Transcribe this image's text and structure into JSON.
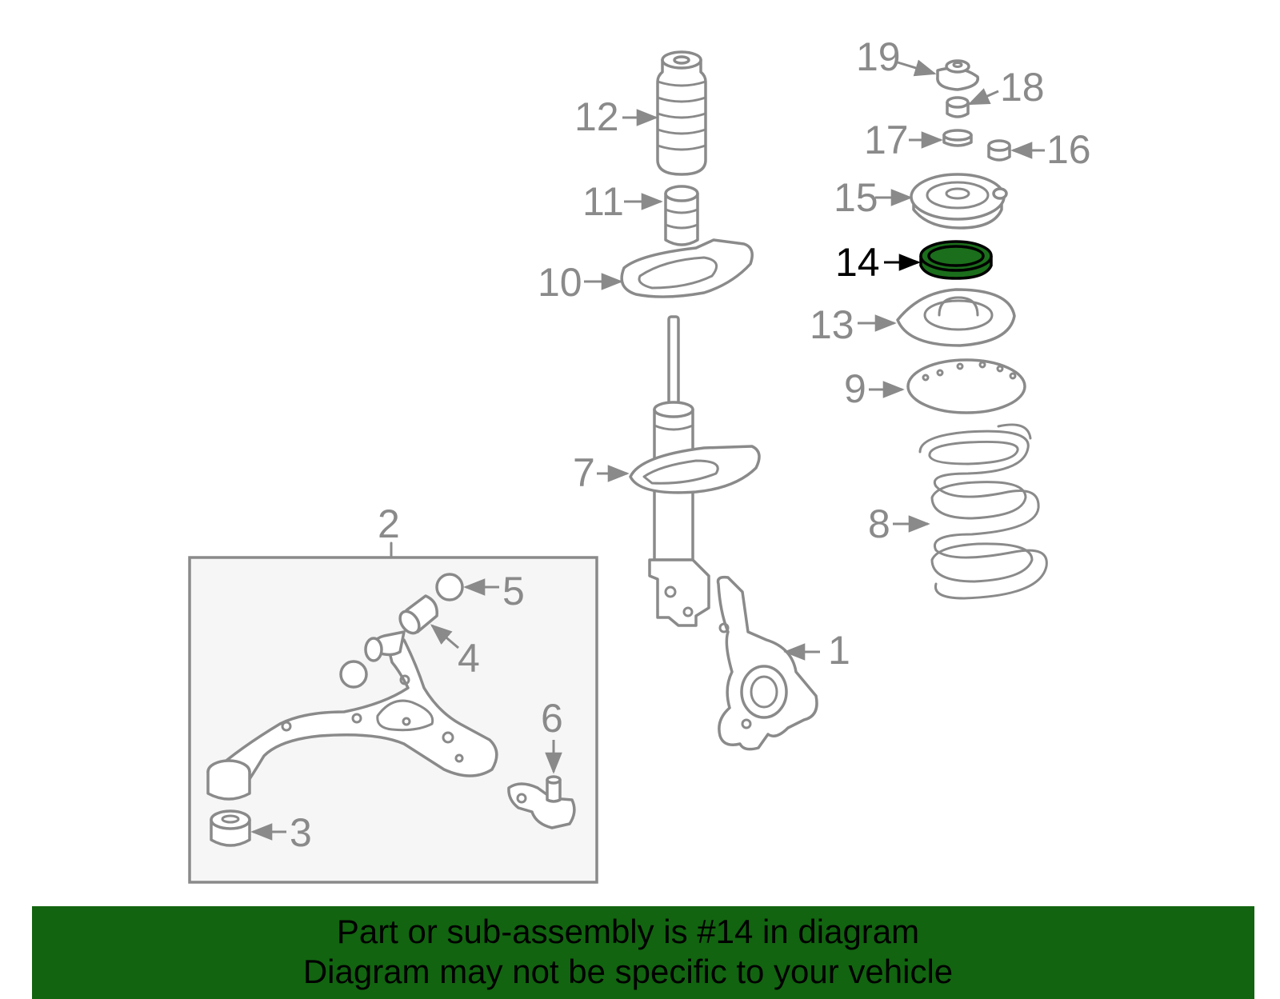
{
  "diagram": {
    "labels": {
      "p1": "1",
      "p2": "2",
      "p3": "3",
      "p4": "4",
      "p5": "5",
      "p6": "6",
      "p7": "7",
      "p8": "8",
      "p9": "9",
      "p10": "10",
      "p11": "11",
      "p12": "12",
      "p13": "13",
      "p14": "14",
      "p15": "15",
      "p16": "16",
      "p17": "17",
      "p18": "18",
      "p19": "19"
    },
    "highlighted_part": "14",
    "colors": {
      "highlight": "#1b6e1b",
      "lines": "#8a8a8a",
      "banner": "#126410"
    }
  },
  "banner": {
    "line1": "Part or sub-assembly is #14 in diagram",
    "line2": "Diagram may not be specific to your vehicle"
  }
}
